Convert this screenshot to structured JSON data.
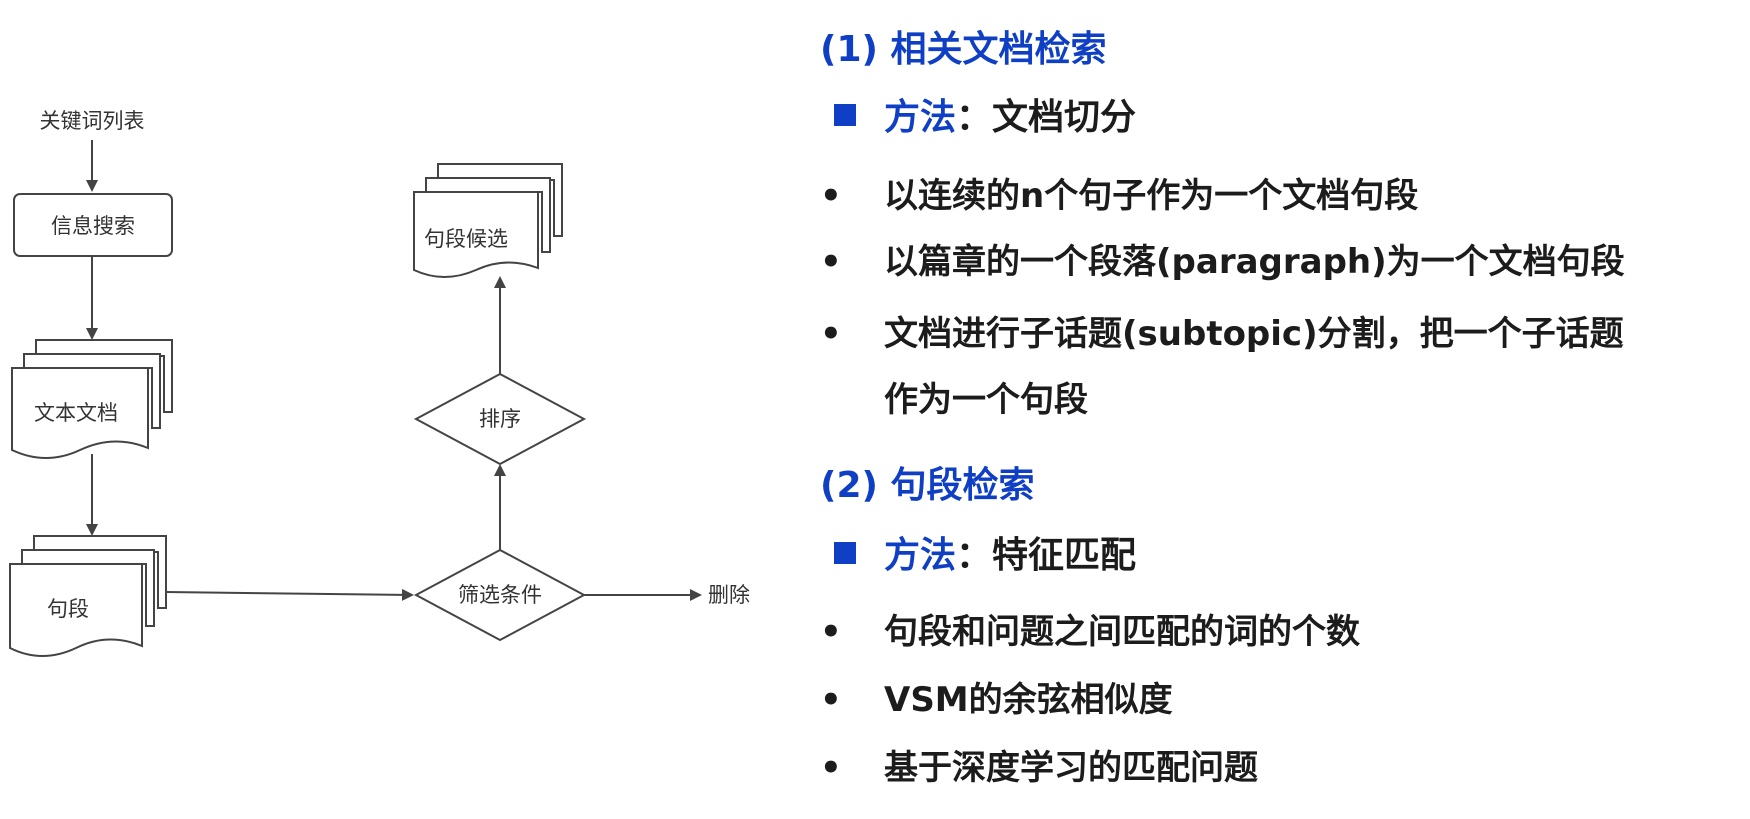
{
  "diagram": {
    "nodes": {
      "keyword_list": "关键词列表",
      "info_search": "信息搜索",
      "text_docs": "文本文档",
      "sentence_segments": "句段",
      "filter_condition": "筛选条件",
      "delete": "删除",
      "ranking": "排序",
      "segment_candidates": "句段候选"
    }
  },
  "panel": {
    "section1": {
      "title": "(1) 相关文档检索",
      "method_label": "方法",
      "method_sep": "：",
      "method_value": "文档切分",
      "bullets": [
        "以连续的n个句子作为一个文档句段",
        "以篇章的一个段落(paragraph)为一个文档句段",
        "文档进行子话题(subtopic)分割，把一个子话题"
      ],
      "bullet3_cont": "作为一个句段"
    },
    "section2": {
      "title": "(2) 句段检索",
      "method_label": "方法",
      "method_sep": "：",
      "method_value": "特征匹配",
      "bullets": [
        "句段和问题之间匹配的词的个数",
        "VSM的余弦相似度",
        "基于深度学习的匹配问题"
      ]
    },
    "bullet_glyph": "•"
  },
  "colors": {
    "accent": "#0f3fc4",
    "text": "#1c1c1c",
    "stroke": "#444444"
  }
}
